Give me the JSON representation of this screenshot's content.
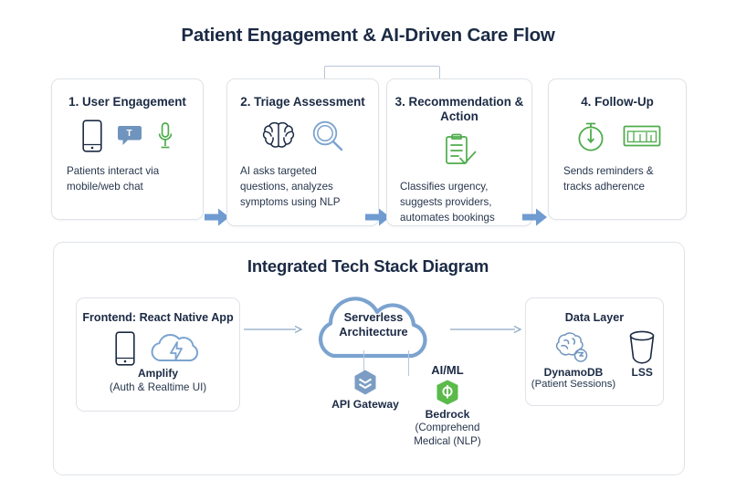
{
  "main_title": "Patient Engagement & AI-Driven Care Flow",
  "section_title": "Integrated Tech Stack Diagram",
  "colors": {
    "navy": "#1b2a44",
    "blue_arrow": "#6f9bd0",
    "steel_blue": "#7ba3cf",
    "green": "#4fac4c",
    "border": "#dfe3e8"
  },
  "flow": {
    "steps": [
      {
        "title": "1. User Engagement",
        "desc": "Patients interact via mobile/web chat",
        "icons": [
          "mobile-phone-icon",
          "chat-bubble-icon",
          "microphone-icon"
        ]
      },
      {
        "title": "2. Triage Assessment",
        "desc": "AI asks targeted questions, analyzes symptoms using NLP",
        "icons": [
          "brain-icon",
          "magnifying-glass-icon"
        ]
      },
      {
        "title": "3. Recommendation & Action",
        "desc": "Classifies urgency, suggests providers, automates bookings",
        "icons": [
          "clipboard-check-icon"
        ]
      },
      {
        "title": "4. Follow-Up",
        "desc": "Sends reminders & tracks adherence",
        "icons": [
          "stopwatch-icon",
          "calendar-chart-icon"
        ]
      }
    ],
    "arrows": [
      "flow-arrow-1",
      "flow-arrow-2",
      "flow-arrow-3"
    ]
  },
  "stack": {
    "frontend": {
      "title": "Frontend: React Native App",
      "service_name": "Amplify",
      "service_note": "(Auth & Realtime UI)",
      "icons": [
        "mobile-phone-icon",
        "amplify-cloud-icon"
      ]
    },
    "center": {
      "cloud_label_line1": "Serverless",
      "cloud_label_line2": "Architecture",
      "api_gateway_label": "API Gateway",
      "aiml_header": "AI/ML",
      "bedrock_label": "Bedrock",
      "bedrock_note_line1": "(Comprehend",
      "bedrock_note_line2": "Medical (NLP)",
      "icons": [
        "cloud-icon",
        "api-gateway-icon",
        "bedrock-icon"
      ]
    },
    "data_layer": {
      "title": "Data Layer",
      "items": [
        {
          "label": "DynamoDB",
          "note": "(Patient Sessions)",
          "icon": "dynamodb-icon"
        },
        {
          "label": "LSS",
          "note": "",
          "icon": "storage-bucket-icon"
        }
      ]
    },
    "arrows": [
      "arrow-frontend-to-cloud",
      "arrow-cloud-to-data"
    ]
  }
}
